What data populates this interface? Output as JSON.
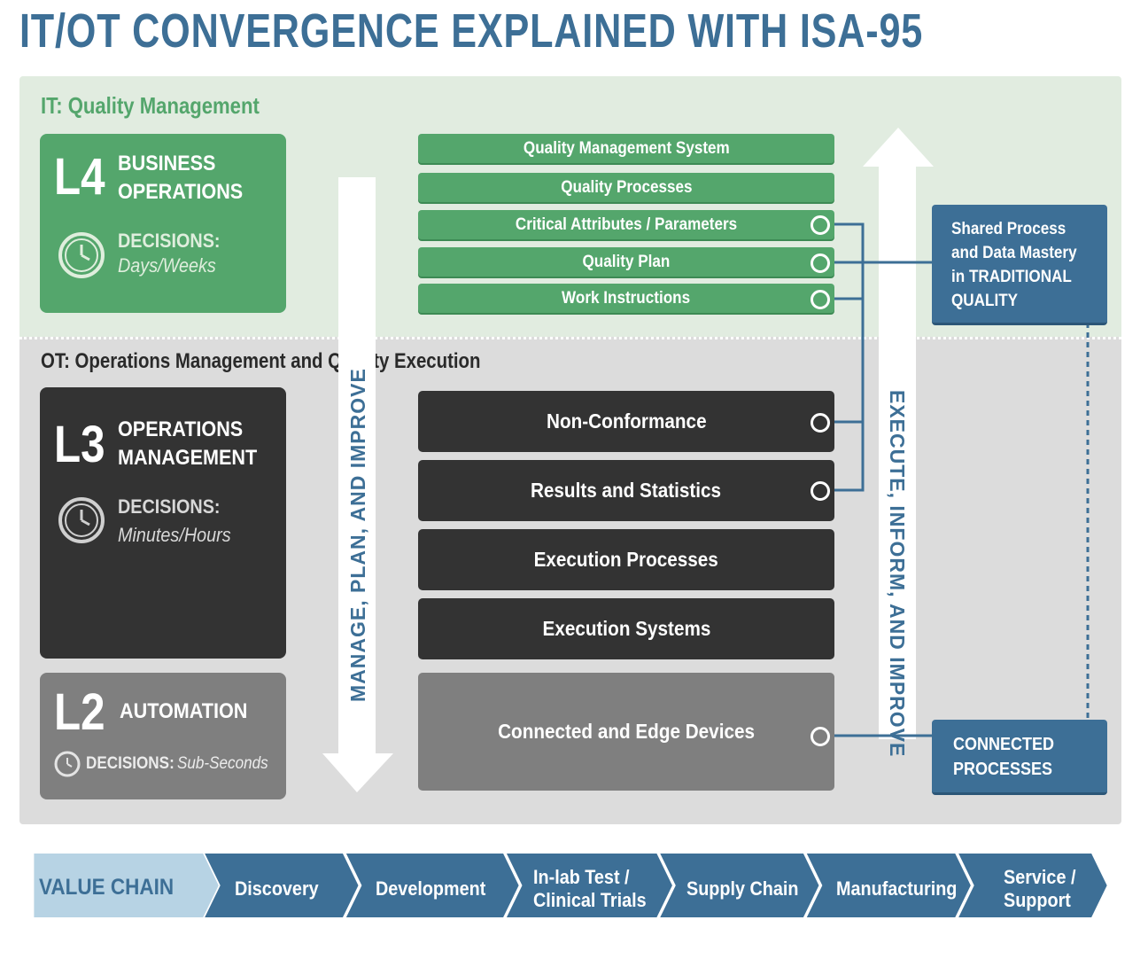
{
  "title": "IT/OT CONVERGENCE EXPLAINED WITH ISA-95",
  "colors": {
    "title_blue": "#3d6f96",
    "it_band": "#e1ece0",
    "ot_band": "#dcdcdc",
    "l4_green": "#54a66c",
    "l3_dark": "#333333",
    "l2_gray": "#7f7f7f",
    "value_chain_light": "#b7d3e4"
  },
  "it_band": {
    "label": "IT: Quality Management"
  },
  "ot_band": {
    "label": "OT: Operations Management and Quality Execution"
  },
  "levels": {
    "l4": {
      "num": "L4",
      "name": "BUSINESS\nOPERATIONS",
      "decisions_label": "DECISIONS:",
      "decisions_value": "Days/Weeks",
      "icon": "clock-icon"
    },
    "l3": {
      "num": "L3",
      "name": "OPERATIONS\nMANAGEMENT",
      "decisions_label": "DECISIONS:",
      "decisions_value": "Minutes/Hours",
      "icon": "clock-icon"
    },
    "l2": {
      "num": "L2",
      "name": "AUTOMATION",
      "decisions_label": "DECISIONS:",
      "decisions_value": "Sub-Seconds",
      "icon": "clock-icon"
    }
  },
  "arrows": {
    "down": "MANAGE, PLAN, AND IMPROVE",
    "up": "EXECUTE, INFORM, AND IMPROVE"
  },
  "it_items": [
    "Quality Management System",
    "Quality Processes",
    "Critical Attributes / Parameters",
    "Quality Plan",
    "Work Instructions"
  ],
  "ot_items": [
    "Non-Conformance",
    "Results and Statistics",
    "Execution Processes",
    "Execution Systems"
  ],
  "l2_item": "Connected and Edge Devices",
  "shared_box": "Shared Process\nand Data Mastery\nin TRADITIONAL\nQUALITY",
  "connected_box": "CONNECTED\nPROCESSES",
  "value_chain": {
    "label": "VALUE CHAIN",
    "steps": [
      "Discovery",
      "Development",
      "In-lab Test /\nClinical Trials",
      "Supply Chain",
      "Manufacturing",
      "Service /\nSupport"
    ]
  }
}
